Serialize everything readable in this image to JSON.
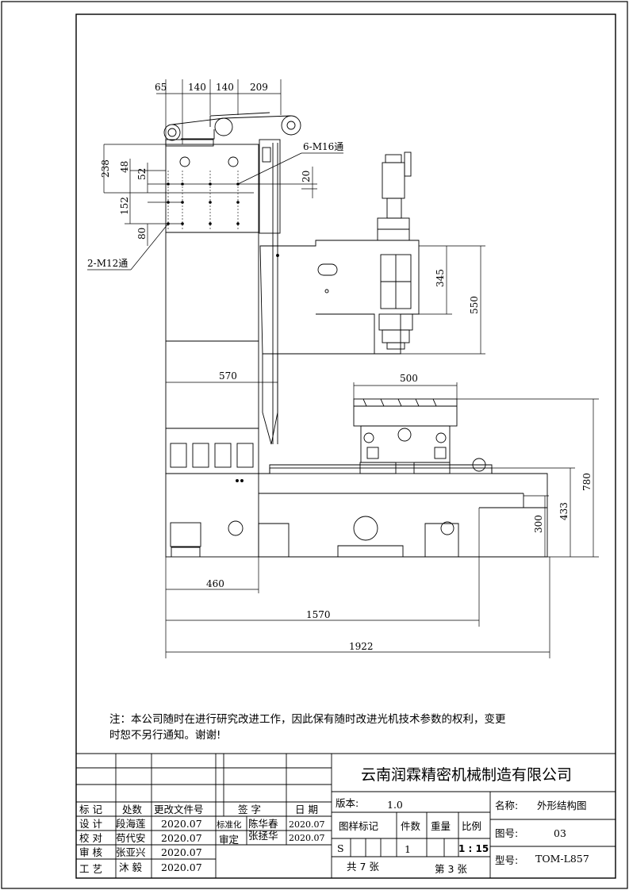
{
  "dimensions": {
    "top_row": [
      "65",
      "140",
      "140",
      "209"
    ],
    "left_vertical": [
      "238",
      "48",
      "52",
      "152",
      "80"
    ],
    "hole_20": "20",
    "head_345": "345",
    "head_550": "550",
    "width_570": "570",
    "table_500": "500",
    "h_780": "780",
    "h_433": "433",
    "h_300": "300",
    "w_460": "460",
    "w_1570": "1570",
    "w_1922": "1922"
  },
  "callouts": {
    "holes_m16": "6-M16通",
    "holes_m12": "2-M12通"
  },
  "note": {
    "line1": "注：本公司随时在进行研究改进工作，因此保有随时改进光机技术参数的权利，变更",
    "line2": "时恕不另行通知。谢谢!"
  },
  "title_block": {
    "company": "云南润霖精密机械制造有限公司",
    "headers": {
      "mark": "标 记",
      "qty": "处数",
      "change_doc": "更改文件号",
      "signature": "签 字",
      "date": "日 期"
    },
    "rows": [
      {
        "role": "设 计",
        "name": "段海莲",
        "date": "2020.07"
      },
      {
        "role": "校 对",
        "name": "苟代安",
        "date": "2020.07"
      },
      {
        "role": "审 核",
        "name": "张亚兴",
        "date": "2020.07"
      },
      {
        "role": "工 艺",
        "name": "沐 毅",
        "date": "2020.07"
      }
    ],
    "standardization": {
      "label": "标准化",
      "name": "陈华春",
      "date": "2020.07"
    },
    "approval": {
      "label": "审定",
      "name": "张拯华",
      "date": "2020.07"
    },
    "version_label": "版本:",
    "version_value": "1.0",
    "drawing_mark_label": "图样标记",
    "pieces_label": "件数",
    "weight_label": "重量",
    "scale_label": "比例",
    "stage_mark": "S",
    "pieces_value": "1",
    "scale_value": "1 : 15",
    "total_sheets": "共 7 张",
    "sheet_no": "第 3 张",
    "name_label": "名称:",
    "name_value": "外形结构图",
    "drawing_no_label": "图号:",
    "drawing_no_value": "03",
    "model_label": "型号:",
    "model_value": "TOM-L857"
  }
}
